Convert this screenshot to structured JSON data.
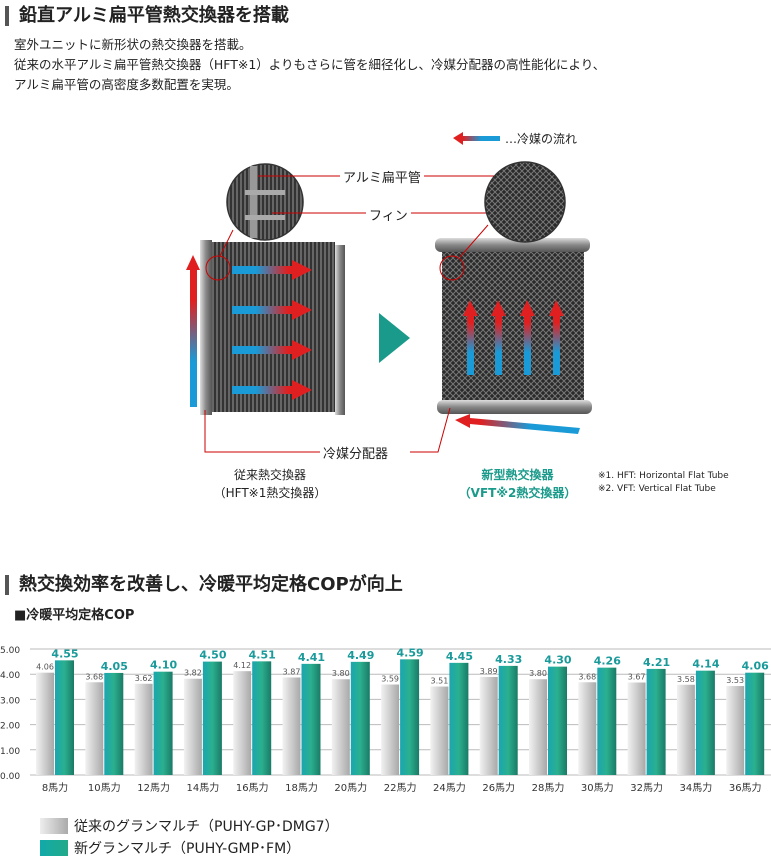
{
  "section1": {
    "title": "鉛直アルミ扁平管熱交換器を搭載",
    "lines": [
      "室外ユニットに新形状の熱交換器を搭載。",
      "従来の水平アルミ扁平管熱交換器（HFT※1）よりもさらに管を細径化し、冷媒分配器の高性能化により、",
      "アルミ扁平管の高密度多数配置を実現。"
    ]
  },
  "diagram": {
    "flow_legend": "…冷媒の流れ",
    "label_tube": "アルミ扁平管",
    "label_fin": "フィン",
    "label_distributor": "冷媒分配器",
    "old_caption": [
      "従来熱交換器",
      "（HFT※1熱交換器）"
    ],
    "new_caption": [
      "新型熱交換器",
      "（VFT※2熱交換器）"
    ],
    "footnotes": [
      "※1. HFT: Horizontal Flat Tube",
      "※2. VFT: Vertical Flat Tube"
    ],
    "colors": {
      "hot": "#e02020",
      "cold": "#1a9ad6",
      "accent": "#1a9a8a"
    }
  },
  "section2": {
    "title": "熱交換効率を改善し、冷暖平均定格COPが向上"
  },
  "chart_data": {
    "type": "bar",
    "title": "■冷暖平均定格COP",
    "categories": [
      "8馬力",
      "10馬力",
      "12馬力",
      "14馬力",
      "16馬力",
      "18馬力",
      "20馬力",
      "22馬力",
      "24馬力",
      "26馬力",
      "28馬力",
      "30馬力",
      "32馬力",
      "34馬力",
      "36馬力"
    ],
    "series": [
      {
        "name": "従来のグランマルチ（PUHY-GP･DMG7）",
        "values": [
          4.06,
          3.68,
          3.62,
          3.82,
          4.12,
          3.87,
          3.8,
          3.59,
          3.51,
          3.89,
          3.8,
          3.68,
          3.67,
          3.58,
          3.53
        ]
      },
      {
        "name": "新グランマルチ（PUHY-GMP･FM）",
        "values": [
          4.55,
          4.05,
          4.1,
          4.5,
          4.51,
          4.41,
          4.49,
          4.59,
          4.45,
          4.33,
          4.3,
          4.26,
          4.21,
          4.14,
          4.06
        ]
      }
    ],
    "yticks": [
      "5.00",
      "4.00",
      "3.00",
      "2.00",
      "1.00",
      "0.00"
    ],
    "ylim": [
      0,
      5
    ],
    "grid": true,
    "legend": "bottom-left"
  }
}
